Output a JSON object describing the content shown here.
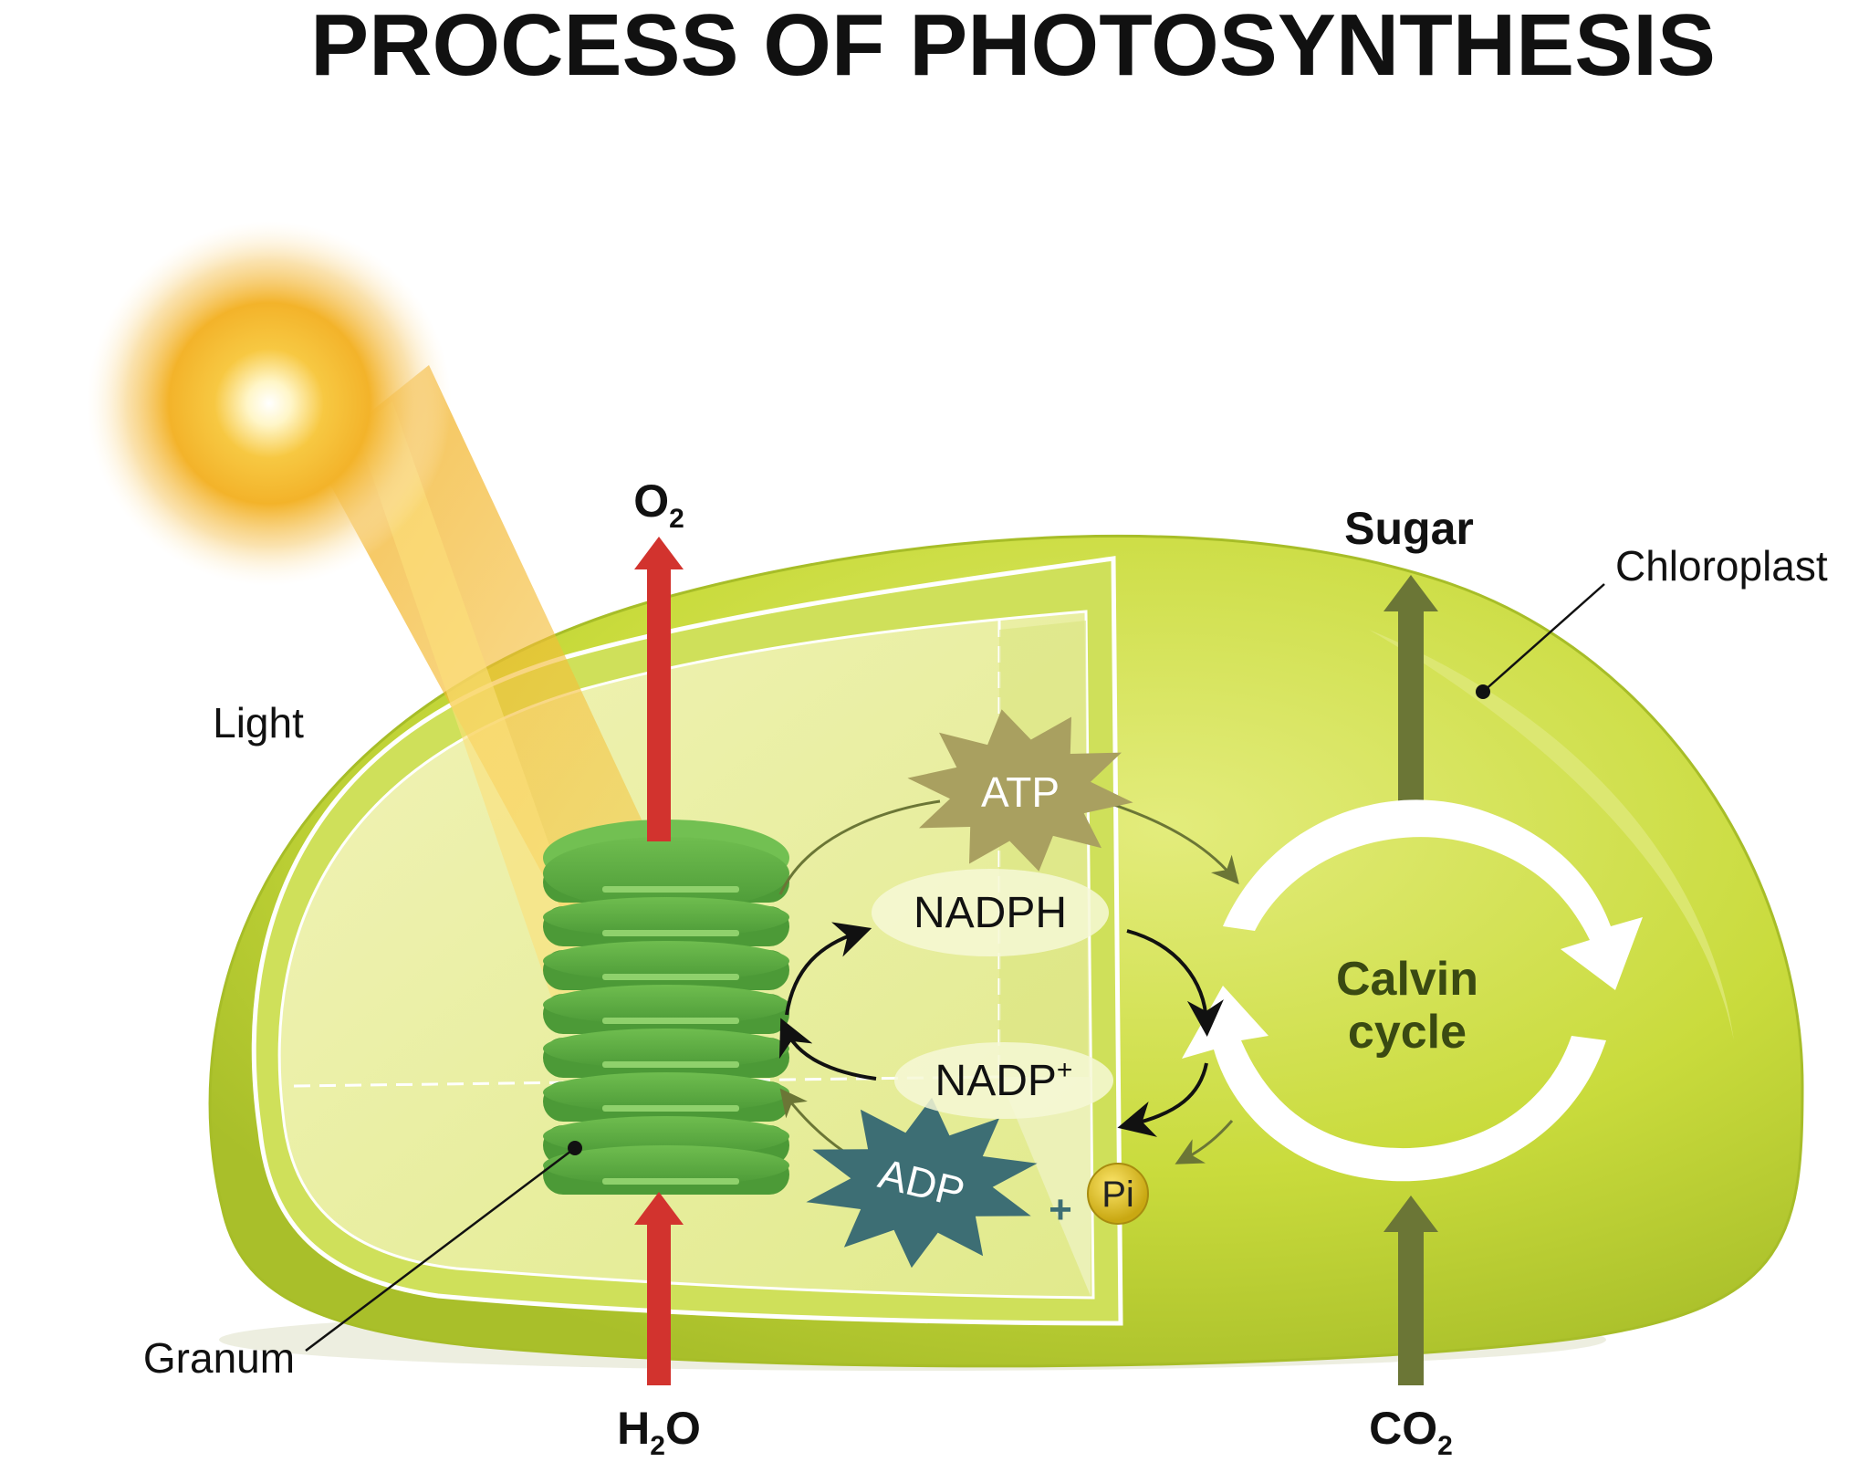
{
  "title": "PROCESS OF PHOTOSYNTHESIS",
  "labels": {
    "light": "Light",
    "granum": "Granum",
    "chloroplast": "Chloroplast",
    "sugar": "Sugar",
    "o2_main": "O",
    "o2_sub": "2",
    "h2o_h": "H",
    "h2o_sub": "2",
    "h2o_o": "O",
    "co2_main": "CO",
    "co2_sub": "2",
    "calvin_line1": "Calvin",
    "calvin_line2": "cycle",
    "atp": "ATP",
    "adp": "ADP",
    "nadph": "NADPH",
    "nadp": "NADP",
    "nadp_sup": "+",
    "pi": "Pi",
    "plus": "+"
  },
  "colors": {
    "chloroplast": "#c5d83a",
    "stroma_light": "#e8ee9a",
    "granum": "#5dab43",
    "arrow_red": "#d2332e",
    "arrow_olive": "#6b7636",
    "atp_star": "#a9a060",
    "adp_star": "#3d6e74",
    "sun": "#f5b320",
    "pi_ball": "#e0c21a"
  }
}
